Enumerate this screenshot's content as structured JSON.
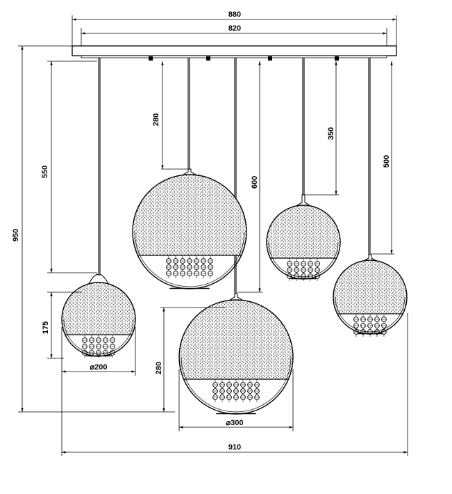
{
  "dimensions": {
    "canopy_width": "880",
    "mount_span": "820",
    "total_height": "950",
    "drop_550": "550",
    "drop_280_top": "280",
    "drop_600": "600",
    "drop_350": "350",
    "drop_500": "500",
    "small_shade_height": "175",
    "small_shade_diameter": "⌀200",
    "large_shade_height": "280",
    "large_shade_diameter": "⌀300",
    "total_width": "910"
  },
  "colors": {
    "line": "#000000",
    "texture": "#1a1a1a",
    "background": "#ffffff"
  }
}
